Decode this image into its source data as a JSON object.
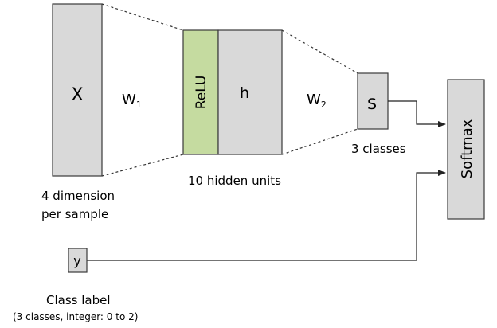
{
  "diagram": {
    "input_label": "X",
    "w1_label": "W",
    "w1_sub": "1",
    "relu_label": "ReLU",
    "hidden_label": "h",
    "w2_label": "W",
    "w2_sub": "2",
    "scores_label": "S",
    "softmax_label": "Softmax",
    "y_label": "y",
    "scores_caption": "3 classes",
    "hidden_caption": "10 hidden units",
    "input_caption_line1": "4 dimension",
    "input_caption_line2": "per sample",
    "y_caption_line1": "Class label",
    "y_caption_line2": "(3 classes, integer: 0 to 2)"
  },
  "colors": {
    "box_fill": "#d9d9d9",
    "relu_fill": "#c5dba0",
    "line": "#222222"
  }
}
